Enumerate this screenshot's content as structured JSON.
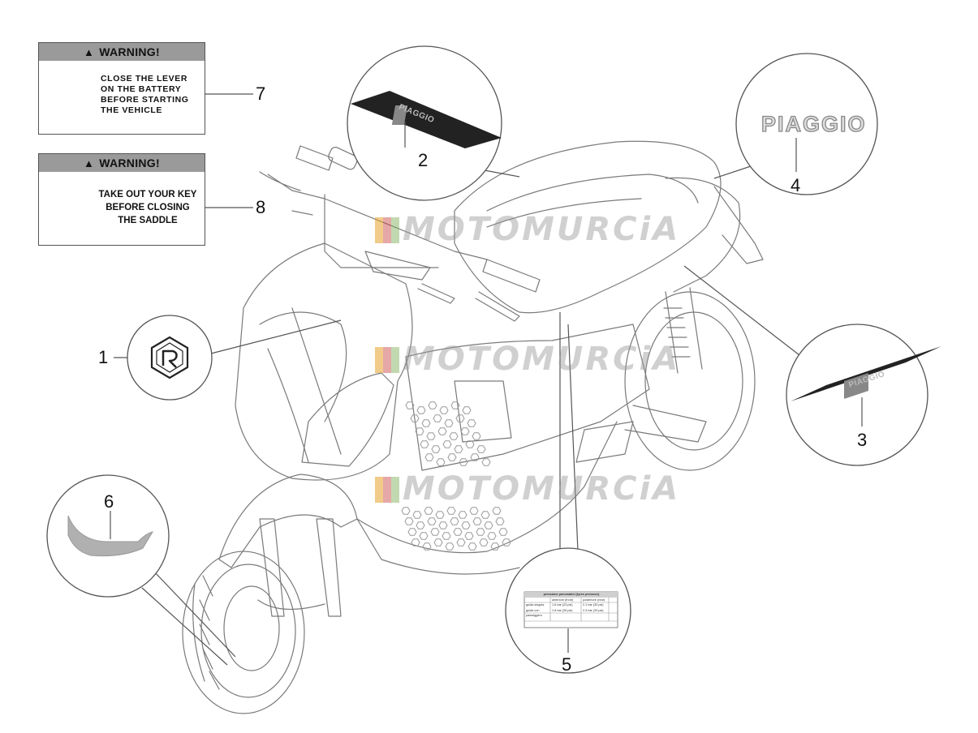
{
  "warning_labels": {
    "battery": {
      "header": "WARNING!",
      "lines": [
        "CLOSE THE LEVER",
        "ON THE BATTERY",
        "BEFORE STARTING",
        "THE VEHICLE"
      ]
    },
    "key": {
      "header": "WARNING!",
      "lines": [
        "TAKE OUT YOUR KEY",
        "BEFORE CLOSING",
        "THE SADDLE"
      ]
    }
  },
  "callouts": {
    "c1": "1",
    "c2": "2",
    "c3": "3",
    "c4": "4",
    "c5": "5",
    "c6": "6",
    "c7": "7",
    "c8": "8"
  },
  "decals": {
    "brand_wordmark": "PIAGGIO",
    "stripe_logo": "PIAGGIO"
  },
  "tyre_label": {
    "title": "pressione pneumatici (tyres pressure)",
    "col_front": "anteriore (front)",
    "col_rear": "posteriore (rear)",
    "row1_label": "guida singola",
    "row2_label": "guida con passeggero",
    "row1_front": "1.6 bar (23 psi)",
    "row1_rear": "2.1 bar (30 psi)",
    "row2_front": "1.8 bar (26 psi)",
    "row2_rear": "2.3 bar (33 psi)"
  },
  "watermark": {
    "text": "MOTOMURCiA"
  },
  "icons": [
    "warning-triangle-icon",
    "battery-lever-icon",
    "key-fob-icon",
    "piaggio-shield-logo-icon"
  ],
  "colors": {
    "warning_header": "#9a9a9a",
    "decal_dark": "#222222",
    "seat_decal": "#b0b0b0",
    "line": "#555555"
  }
}
